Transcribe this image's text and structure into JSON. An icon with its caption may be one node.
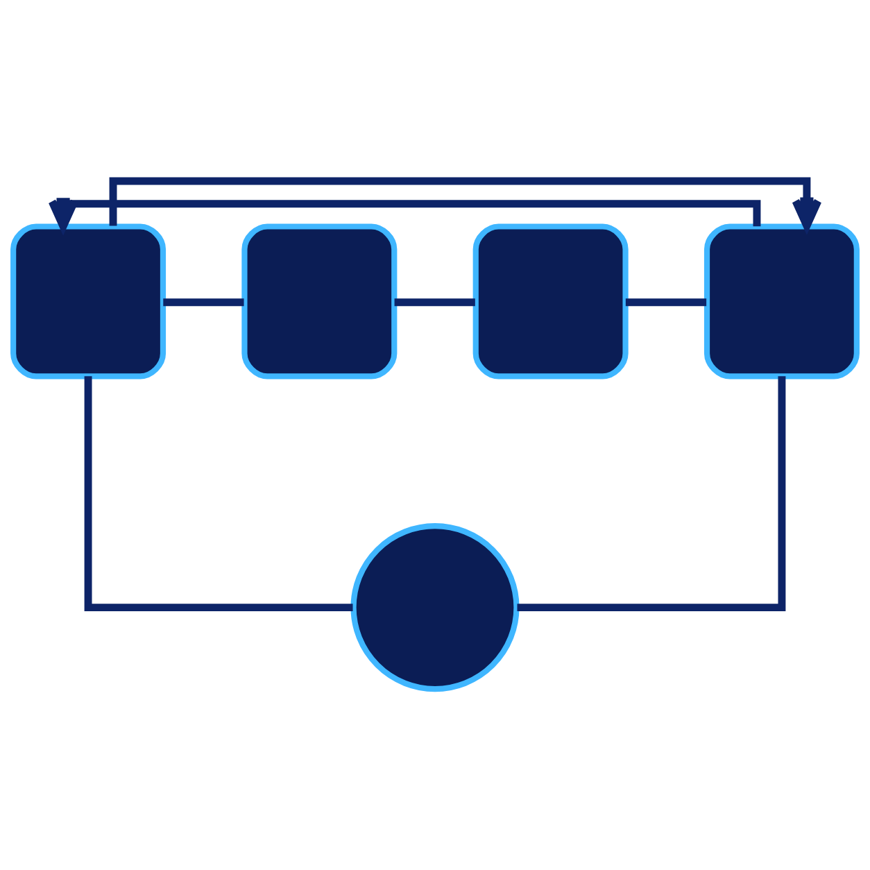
{
  "diagram": {
    "nodes": [
      {
        "text": [],
        "shape": "box"
      },
      {
        "text": [],
        "shape": "box"
      },
      {
        "text": [],
        "shape": "box"
      },
      {
        "text": [],
        "shape": "box"
      },
      {
        "text": [],
        "shape": "circle"
      }
    ],
    "edges": [
      {
        "from": 0,
        "to": 1,
        "arrow": "none"
      },
      {
        "from": 1,
        "to": 2,
        "arrow": "none"
      },
      {
        "from": 2,
        "to": 3,
        "arrow": "none"
      },
      {
        "from": 0,
        "to": 4,
        "arrow": "none"
      },
      {
        "from": 3,
        "to": 4,
        "arrow": "none"
      },
      {
        "from": 0,
        "to": 3,
        "arrow": "to"
      },
      {
        "from": 3,
        "to": 0,
        "arrow": "to"
      }
    ]
  }
}
